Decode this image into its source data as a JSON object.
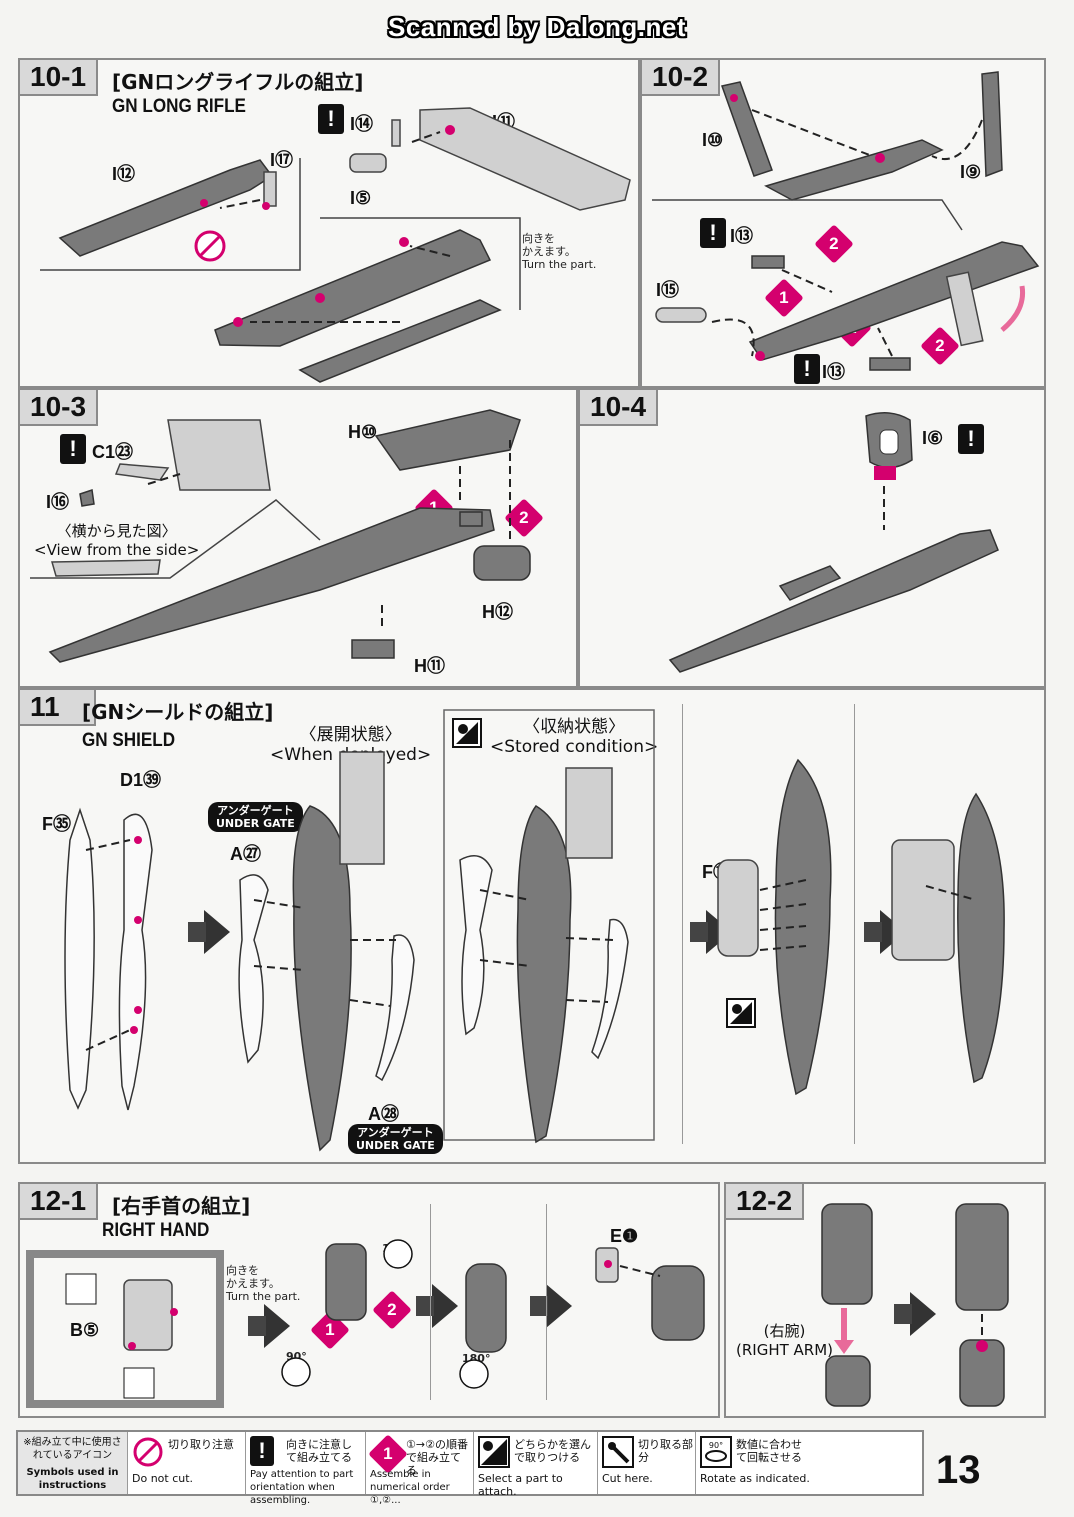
{
  "watermark": "Scanned by Dalong.net",
  "page_number": "13",
  "steps": {
    "s10_1": {
      "tab": "10-1",
      "title_jp": "[GNロングライフルの組立]",
      "title_en": "GN LONG RIFLE",
      "parts": [
        "I⑫",
        "I⑰",
        "I⑭",
        "I⑪",
        "I⑤"
      ],
      "note_jp1": "向きを",
      "note_jp2": "かえます。",
      "note_en": "Turn the part."
    },
    "s10_2": {
      "tab": "10-2",
      "parts": [
        "I⑩",
        "I⑨",
        "I⑬",
        "I⑮",
        "I⑬"
      ]
    },
    "s10_3": {
      "tab": "10-3",
      "part_c1": "C1㉓",
      "part_i16": "I⑯",
      "side_jp": "〈横から見た図〉",
      "side_en": "<View from the side>",
      "parts": [
        "H⑩",
        "H⑫",
        "H⑪"
      ]
    },
    "s10_4": {
      "tab": "10-4",
      "part": "I⑥"
    },
    "s11": {
      "tab": "11",
      "title_jp": "[GNシールドの組立]",
      "title_en": "GN SHIELD",
      "deployed_jp": "〈展開状態〉",
      "deployed_en": "<When deployed>",
      "stored_jp": "〈収納状態〉",
      "stored_en": "<Stored condition>",
      "under_gate_jp": "アンダーゲート",
      "under_gate_en": "UNDER GATE",
      "parts": [
        "D1㊴",
        "F㉟",
        "A㉗",
        "A㉘",
        "F⑯"
      ]
    },
    "s12_1": {
      "tab": "12-1",
      "title_jp": "[右手首の組立]",
      "title_en": "RIGHT HAND",
      "part_b5": "B⑤",
      "part_e1": "E❶",
      "note_jp1": "向きを",
      "note_jp2": "かえます。",
      "note_en": "Turn the part.",
      "rot180": "180°",
      "rot90": "90°"
    },
    "s12_2": {
      "tab": "12-2",
      "arm_jp": "(右腕)",
      "arm_en": "(RIGHT ARM)"
    }
  },
  "legend": {
    "header_jp": "※組み立て中に使用されているアイコン",
    "header_en": "Symbols used in instructions",
    "items": [
      {
        "jp": "切り取り注意",
        "en": "Do not cut."
      },
      {
        "jp": "向きに注意して組み立てる",
        "en": "Pay attention to part orientation when assembling."
      },
      {
        "jp": "①→②の順番で組み立てる",
        "en": "Assemble in numerical order ①,②..."
      },
      {
        "jp": "どちらかを選んで取りつける",
        "en": "Select a part to attach."
      },
      {
        "jp": "切り取る部分",
        "en": "Cut here."
      },
      {
        "jp": "数値に合わせて回転させる",
        "en": "Rotate as indicated."
      }
    ]
  },
  "icons": [
    "warning-icon",
    "do-not-cut-icon",
    "cut-here-icon",
    "select-part-icon",
    "rotate-icon"
  ],
  "accent_color": "#d4006e"
}
